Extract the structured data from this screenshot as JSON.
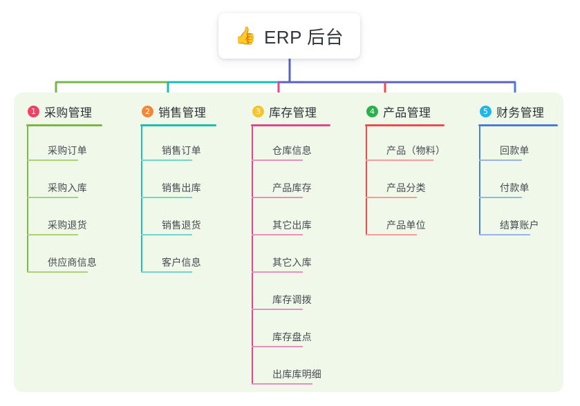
{
  "root": {
    "icon": "thumbs-up-emoji",
    "icon_glyph": "👍",
    "label": "ERP 后台"
  },
  "diagram": {
    "type": "org-tree",
    "panel_color": "#eff8e9",
    "background": "#ffffff",
    "trunk_color": "#5a5fd0"
  },
  "columns": [
    {
      "number": "1",
      "title": "采购管理",
      "accent": "#7ab648",
      "accent_soft": "#a9d178",
      "badge_color": "#ef4264",
      "items": [
        {
          "label": "采购订单",
          "rule_width": 74
        },
        {
          "label": "采购入库",
          "rule_width": 74
        },
        {
          "label": "采购退货",
          "rule_width": 74
        },
        {
          "label": "供应商信息",
          "rule_width": 88
        }
      ]
    },
    {
      "number": "2",
      "title": "销售管理",
      "accent": "#17bfb0",
      "accent_soft": "#6fd4cb",
      "badge_color": "#f58634",
      "items": [
        {
          "label": "销售订单",
          "rule_width": 74
        },
        {
          "label": "销售出库",
          "rule_width": 74
        },
        {
          "label": "销售退货",
          "rule_width": 74
        },
        {
          "label": "客户信息",
          "rule_width": 74
        }
      ]
    },
    {
      "number": "3",
      "title": "库存管理",
      "accent": "#e0458e",
      "accent_soft": "#eb8dba",
      "badge_color": "#f7c52b",
      "items": [
        {
          "label": "仓库信息",
          "rule_width": 74
        },
        {
          "label": "产品库存",
          "rule_width": 74
        },
        {
          "label": "其它出库",
          "rule_width": 74
        },
        {
          "label": "其它入库",
          "rule_width": 74
        },
        {
          "label": "库存调拨",
          "rule_width": 74
        },
        {
          "label": "库存盘点",
          "rule_width": 74
        },
        {
          "label": "出库库明细",
          "rule_width": 88
        }
      ]
    },
    {
      "number": "4",
      "title": "产品管理",
      "accent": "#f04a4a",
      "accent_soft": "#f79a95",
      "badge_color": "#2bb14b",
      "items": [
        {
          "label": "产品（物料）",
          "rule_width": 98
        },
        {
          "label": "产品分类",
          "rule_width": 74
        },
        {
          "label": "产品单位",
          "rule_width": 74
        }
      ]
    },
    {
      "number": "5",
      "title": "财务管理",
      "accent": "#4a7ed4",
      "accent_soft": "#96b4e4",
      "badge_color": "#1fb6e8",
      "items": [
        {
          "label": "回款单",
          "rule_width": 62
        },
        {
          "label": "付款单",
          "rule_width": 62
        },
        {
          "label": "结算账户",
          "rule_width": 74
        }
      ]
    }
  ]
}
